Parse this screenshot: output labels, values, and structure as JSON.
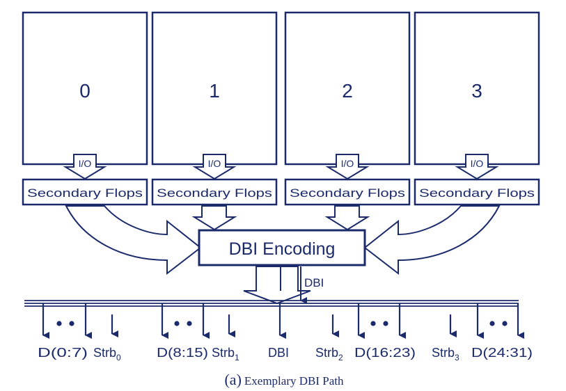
{
  "diagram": {
    "banks": [
      {
        "label": "0",
        "io": "I/O",
        "flops": "Secondary Flops"
      },
      {
        "label": "1",
        "io": "I/O",
        "flops": "Secondary Flops"
      },
      {
        "label": "2",
        "io": "I/O",
        "flops": "Secondary Flops"
      },
      {
        "label": "3",
        "io": "I/O",
        "flops": "Secondary Flops"
      }
    ],
    "encoder": {
      "label": "DBI Encoding",
      "output": "DBI"
    },
    "outputs": {
      "d0": "D(0:7)",
      "strb0": "Strb",
      "strb0_sub": "0",
      "d1": "D(8:15)",
      "strb1": "Strb",
      "strb1_sub": "1",
      "dbi": "DBI",
      "strb2": "Strb",
      "strb2_sub": "2",
      "d2": "D(16:23)",
      "strb3": "Strb",
      "strb3_sub": "3",
      "d3": "D(24:31)"
    },
    "caption": {
      "prefix": "(a)",
      "text": "Exemplary DBI Path"
    }
  },
  "colors": {
    "stroke": "#1b2a6b",
    "background": "#ffffff"
  }
}
